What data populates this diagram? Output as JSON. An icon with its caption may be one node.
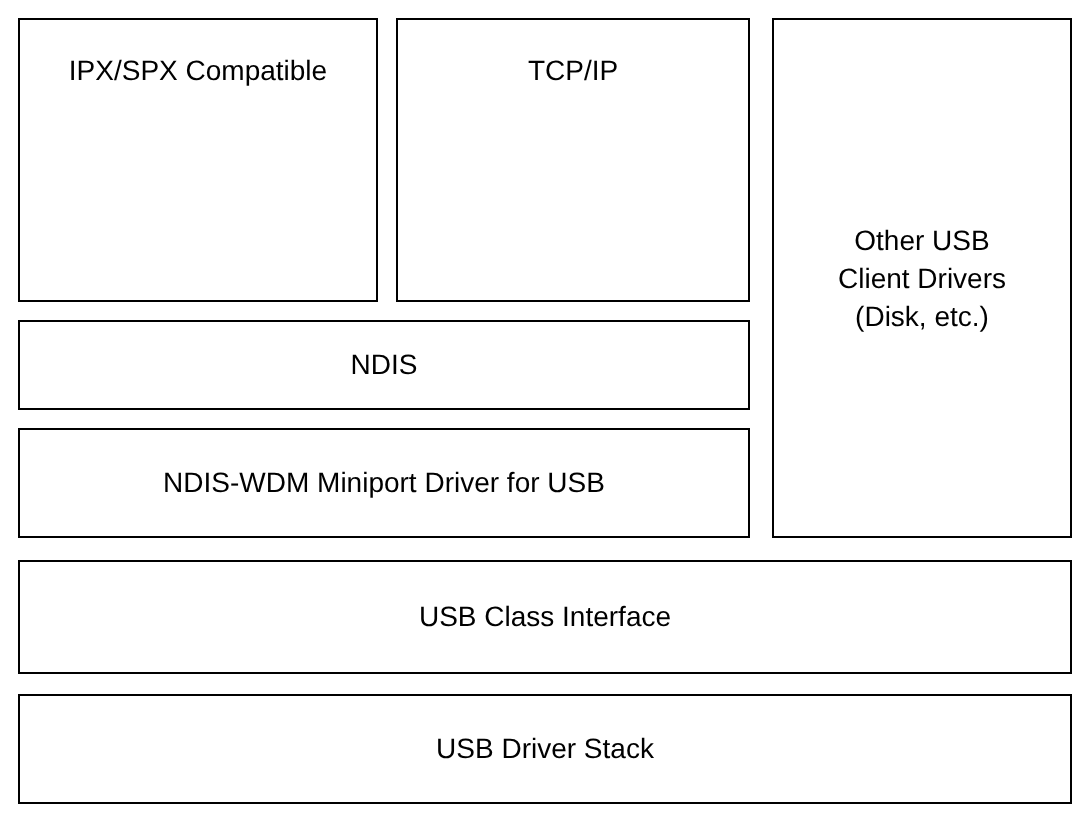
{
  "diagram": {
    "nodes": [
      {
        "text": [
          "IPX/SPX Compatible"
        ]
      },
      {
        "text": [
          "TCP/IP"
        ]
      },
      {
        "text": [
          "Other USB Client Drivers (Disk, etc.)"
        ]
      },
      {
        "text": [
          "NDIS"
        ]
      },
      {
        "text": [
          "NDIS-WDM Miniport Driver for USB"
        ]
      },
      {
        "text": [
          "USB Class Interface"
        ]
      },
      {
        "text": [
          "USB Driver Stack"
        ]
      }
    ]
  }
}
